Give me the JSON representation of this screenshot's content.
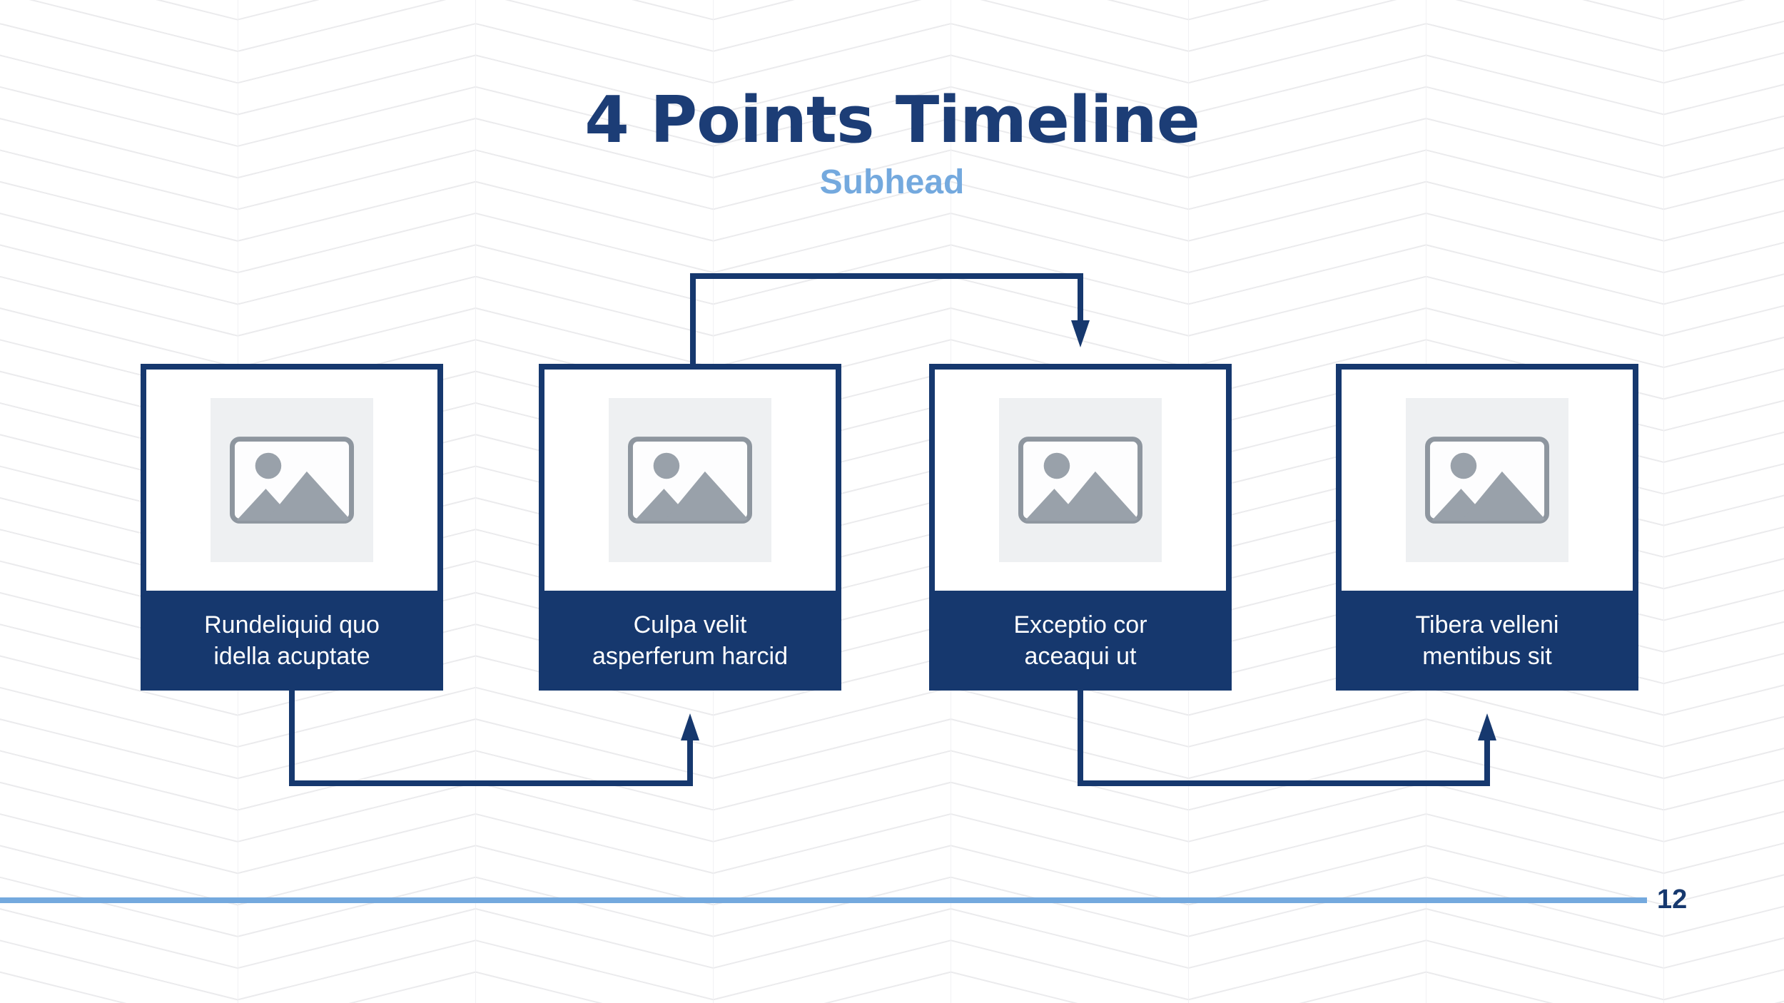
{
  "colors": {
    "navy": "#16386e",
    "title_navy": "#1c3d76",
    "accent_blue": "#74a9de",
    "pattern_line": "#ebebed",
    "panel_gray": "#eef0f2",
    "icon_gray": "#99a1aa",
    "icon_stroke": "#8e969f"
  },
  "header": {
    "title": "4 Points Timeline",
    "subtitle": "Subhead"
  },
  "cards": [
    {
      "line1": "Rundeliquid quo",
      "line2": "idella acuptate",
      "icon": "image-placeholder-icon"
    },
    {
      "line1": "Culpa velit",
      "line2": "asperferum harcid",
      "icon": "image-placeholder-icon"
    },
    {
      "line1": "Exceptio cor",
      "line2": "aceaqui ut",
      "icon": "image-placeholder-icon"
    },
    {
      "line1": "Tibera velleni",
      "line2": "mentibus sit",
      "icon": "image-placeholder-icon"
    }
  ],
  "footer": {
    "page_number": "12"
  }
}
